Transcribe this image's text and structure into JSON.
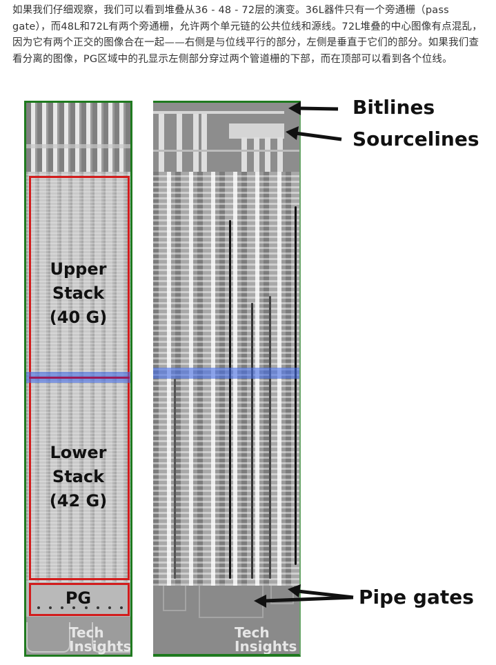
{
  "article": {
    "paragraph": "如果我们仔细观察，我们可以看到堆叠从36 - 48 - 72层的演变。36L器件只有一个旁通栅（pass gate），而48L和72L有两个旁通栅，允许两个单元链的公共位线和源线。72L堆叠的中心图像有点混乱，因为它有两个正交的图像合在一起——右侧是与位线平行的部分，左侧是垂直于它们的部分。如果我们查看分离的图像，PG区域中的孔显示左侧部分穿过两个管道栅的下部，而在顶部可以看到各个位线。"
  },
  "figure": {
    "left_panel": {
      "upper_stack": [
        "Upper",
        "Stack",
        "(40 G)"
      ],
      "lower_stack": [
        "Lower",
        "Stack",
        "(42 G)"
      ],
      "pg_label": "PG",
      "watermark": [
        "Tech",
        "Insights"
      ]
    },
    "right_panel": {
      "watermark": [
        "Tech",
        "Insights"
      ]
    },
    "annotations": {
      "bitlines": "Bitlines",
      "sourcelines": "Sourcelines",
      "pipe_gates": "Pipe gates"
    },
    "colors": {
      "frame_green": "#1f7a1f",
      "highlight_red": "#d21c1c",
      "band_blue": "#466ee6"
    }
  }
}
